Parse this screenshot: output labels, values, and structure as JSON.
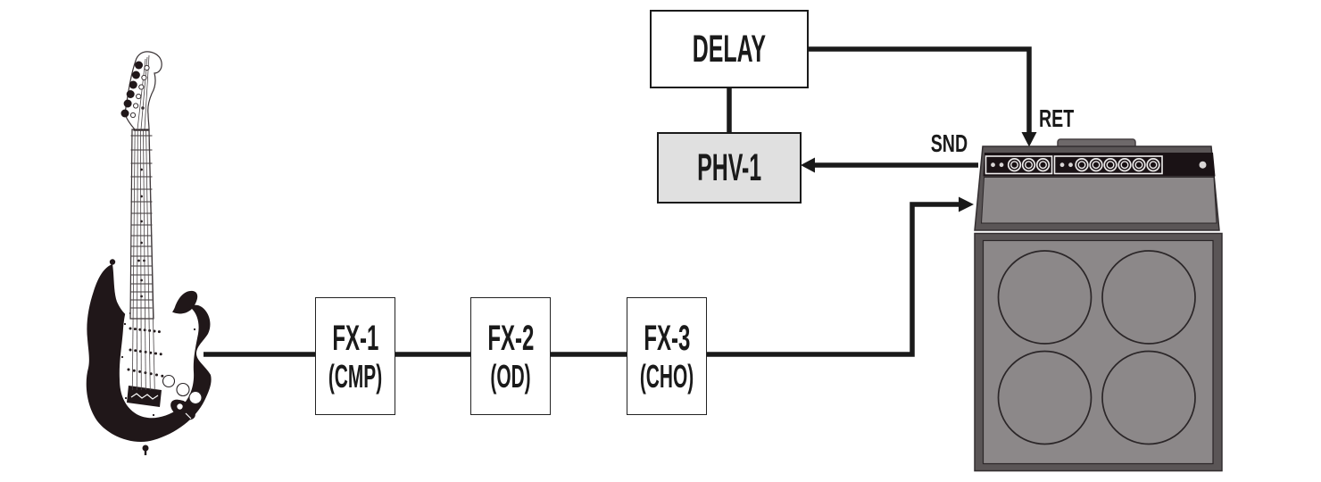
{
  "diagram": {
    "nodes": {
      "delay": {
        "label": "DELAY"
      },
      "phv1": {
        "label": "PHV-1"
      },
      "fx1": {
        "label": "FX-1",
        "sublabel": "(CMP)"
      },
      "fx2": {
        "label": "FX-2",
        "sublabel": "(OD)"
      },
      "fx3": {
        "label": "FX-3",
        "sublabel": "(CHO)"
      }
    },
    "port_labels": {
      "send": "SND",
      "return": "RET"
    },
    "illustrations": {
      "guitar": "electric-guitar",
      "amp_head": "amplifier-head",
      "cabinet": "4x12-speaker-cabinet"
    },
    "colors": {
      "ink": "#1a1a1a",
      "node_fill": "#ffffff",
      "node_border": "#1a1a1a",
      "phv1_fill": "#e0e0e0",
      "guitar_body": "#201719",
      "amp_frame": "#5a5556",
      "amp_face": "#8c8889",
      "amp_control_panel": "#1a1215",
      "knob_ring": "#eceaea",
      "background": "#ffffff"
    }
  }
}
